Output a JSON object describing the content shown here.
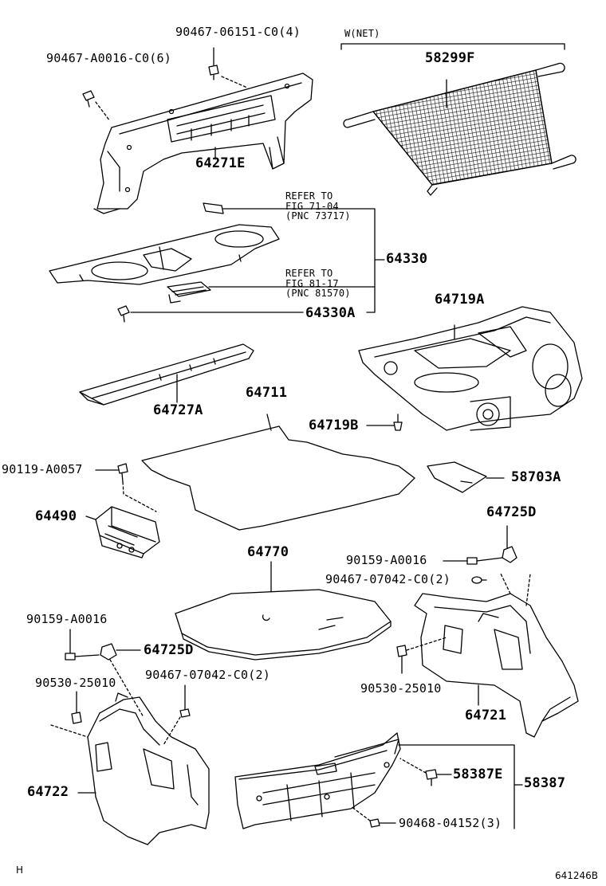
{
  "labels": {
    "p90467_06151": "90467-06151-C0(4)",
    "w_net": "W(NET)",
    "p90467_A0016": "90467-A0016-C0(6)",
    "p58299F": "58299F",
    "p64271E": "64271E",
    "refer1_line1": "REFER TO",
    "refer1_line2": "FIG 71-04",
    "refer1_line3": "(PNC 73717)",
    "p64330": "64330",
    "refer2_line1": "REFER TO",
    "refer2_line2": "FIG 81-17",
    "refer2_line3": "(PNC 81570)",
    "p64330A": "64330A",
    "p64719A": "64719A",
    "p64711": "64711",
    "p64727A": "64727A",
    "p64719B": "64719B",
    "p90119_A0057": "90119-A0057",
    "p58703A": "58703A",
    "p64490": "64490",
    "p64725D_right": "64725D",
    "p64770": "64770",
    "p90159_A0016_right": "90159-A0016",
    "p90467_07042_right": "90467-07042-C0(2)",
    "p90159_A0016_left": "90159-A0016",
    "p64725D_left": "64725D",
    "p90467_07042_left": "90467-07042-C0(2)",
    "p90530_25010_left": "90530-25010",
    "p90530_25010_right": "90530-25010",
    "p64721": "64721",
    "p58387E": "58387E",
    "p58387": "58387",
    "p64722": "64722",
    "p90468_04152": "90468-04152(3)",
    "corner_h": "H",
    "figure_code": "641246B"
  }
}
